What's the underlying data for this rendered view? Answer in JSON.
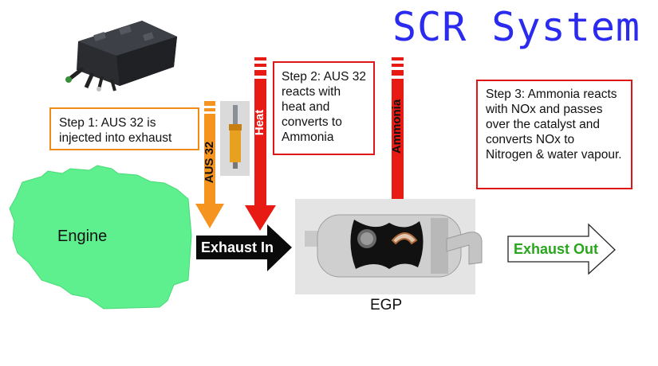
{
  "title": "SCR System",
  "step1": {
    "text": "Step 1: AUS 32  is injected into exhaust"
  },
  "step2": {
    "text": "Step 2:  AUS 32 reacts with heat and converts to Ammonia"
  },
  "step3": {
    "text": "Step 3:  Ammonia reacts with NOx and passes over the catalyst and converts NOx to Nitrogen & water vapour."
  },
  "arrows": {
    "aus32_label": "AUS 32",
    "heat_label": "Heat",
    "ammonia_label": "Ammonia",
    "exhaust_in_label": "Exhaust In",
    "exhaust_out_label": "Exhaust Out"
  },
  "components": {
    "engine_label": "Engine",
    "egp_label": "EGP"
  },
  "colors": {
    "title": "#2b2bf0",
    "orange": "#f5941f",
    "red": "#e81b14",
    "engine": "#5ef08e",
    "exhaust_out_text": "#2aa61e"
  }
}
